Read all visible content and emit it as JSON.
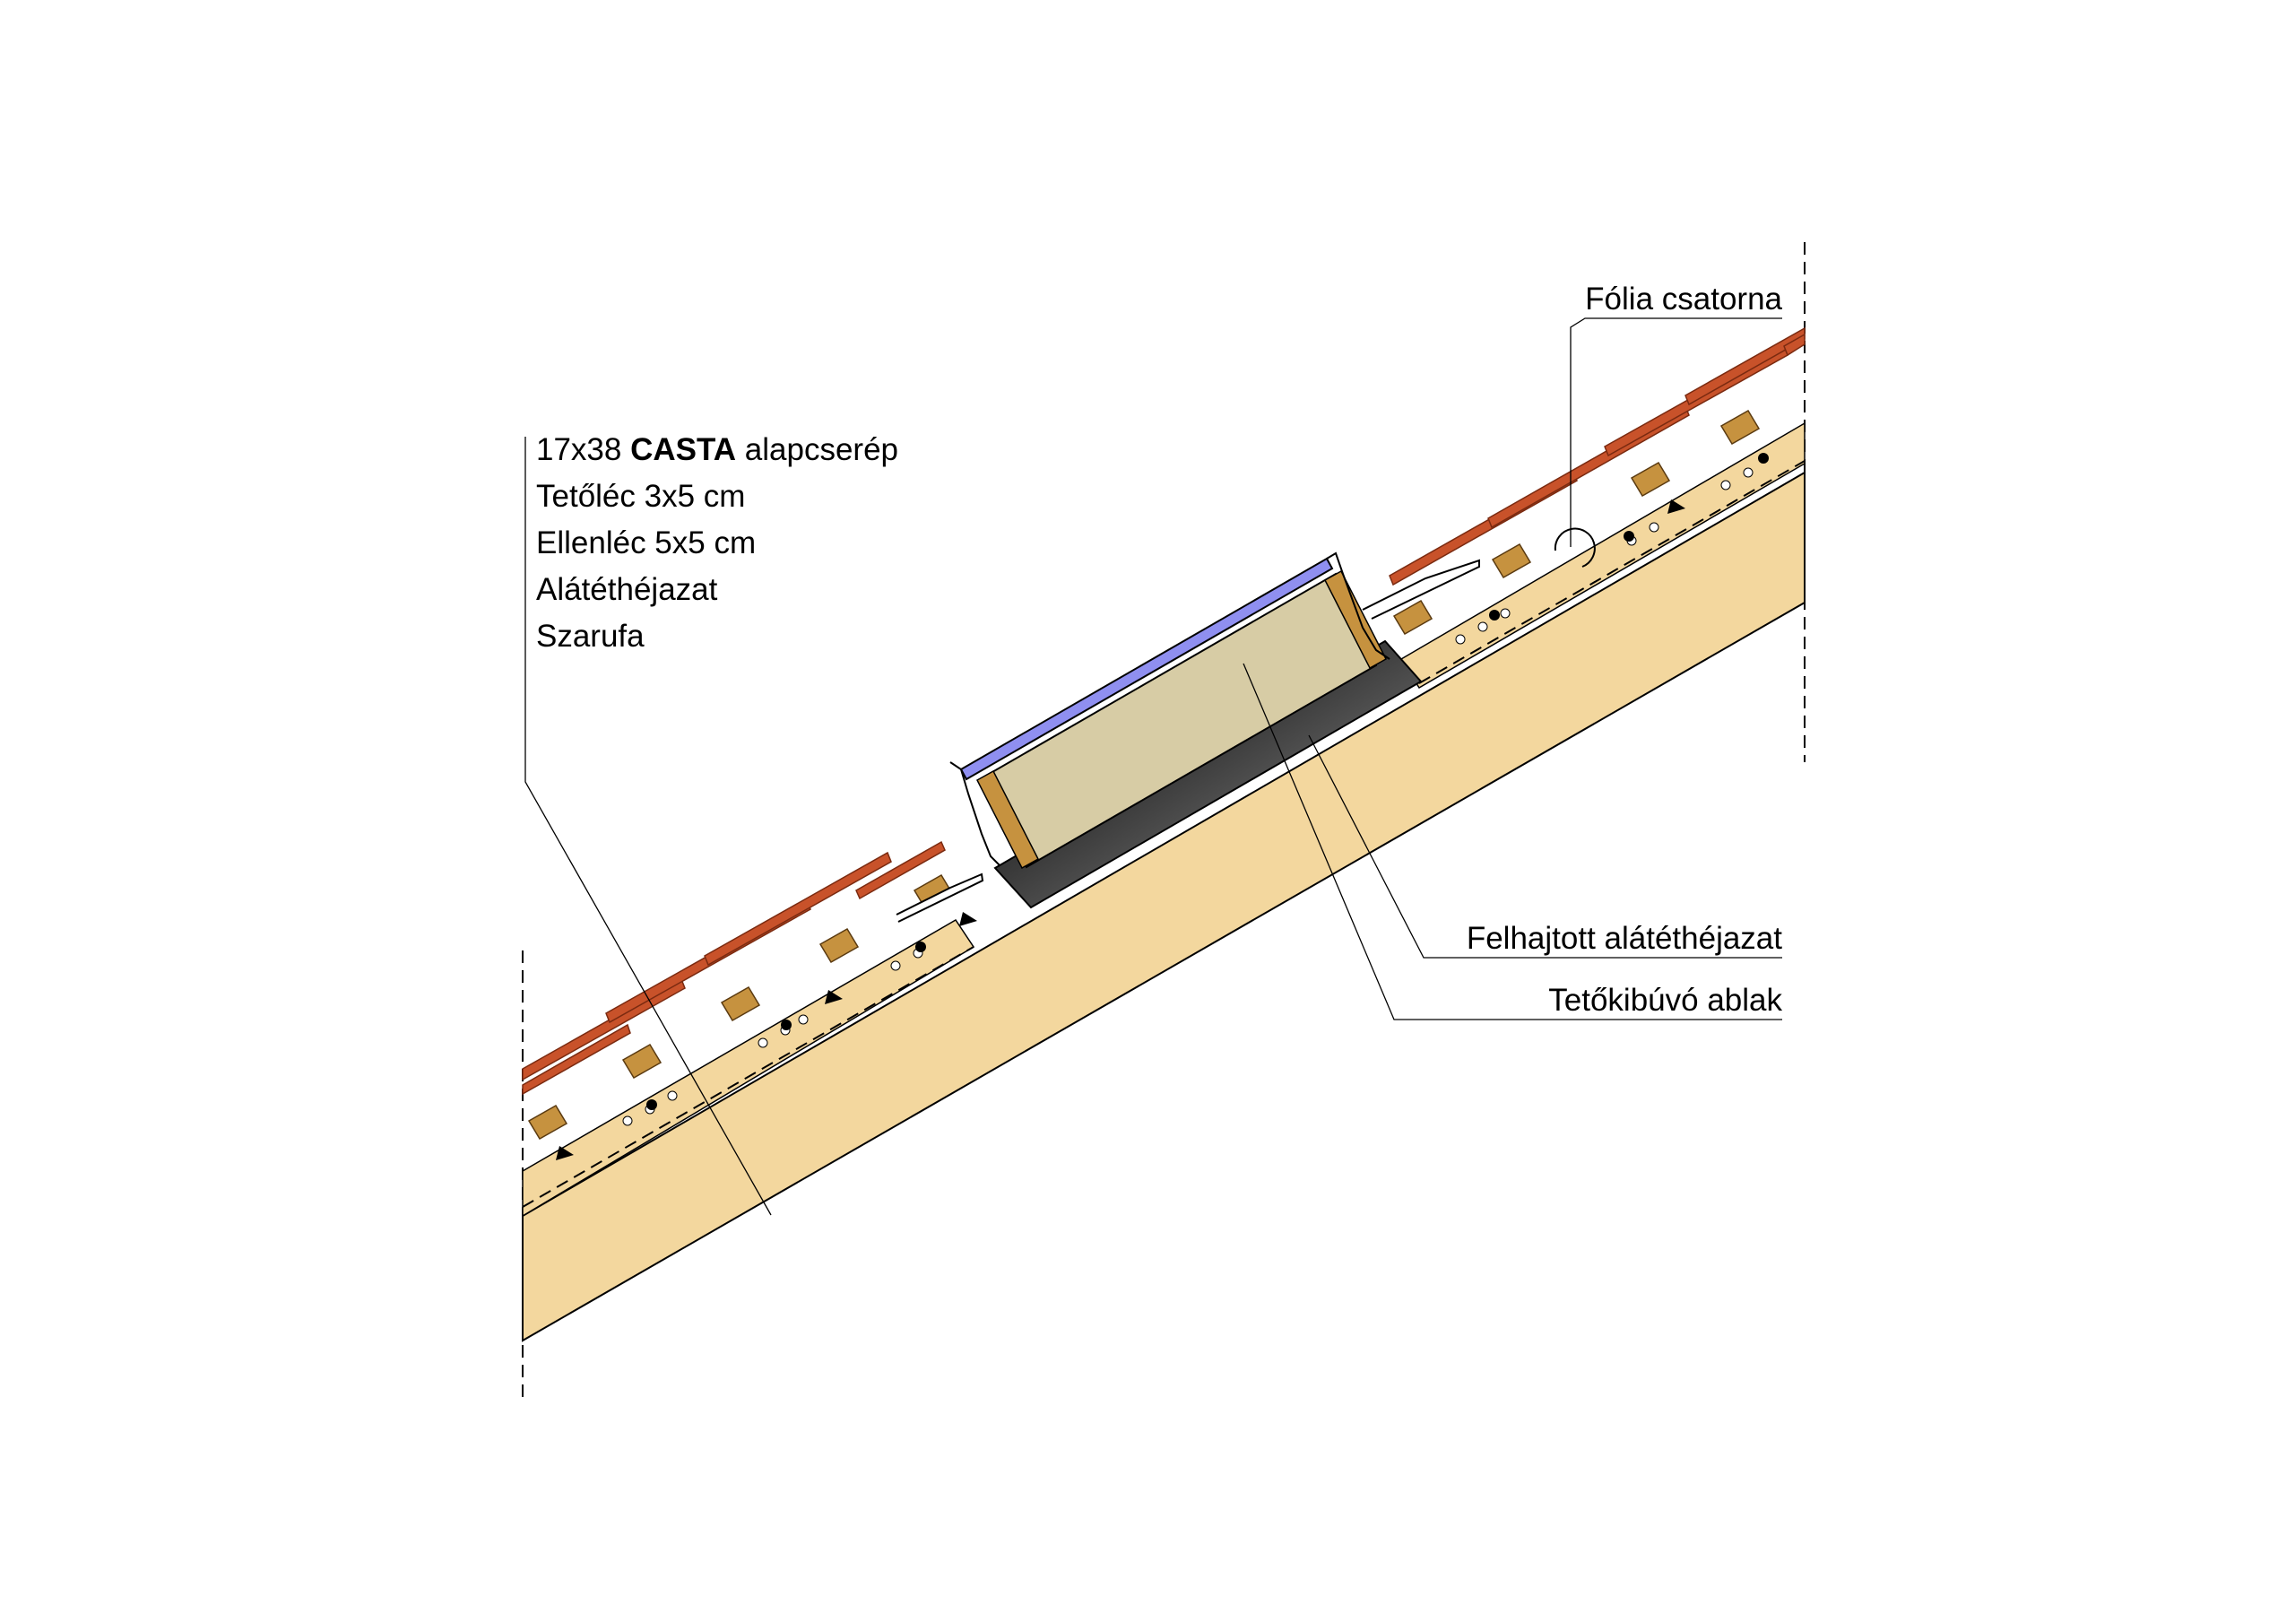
{
  "labels": {
    "left_stack": {
      "line1": {
        "prefix": "17x38 ",
        "bold": "CASTA",
        "suffix": " alapcserép"
      },
      "line2": "Tetőléc 3x5 cm",
      "line3": "Ellenléc 5x5 cm",
      "line4": "Alátéthéjazat",
      "line5": "Szarufa"
    },
    "folia_csatorna": "Fólia csatorna",
    "felhajtott": "Felhajtott alátéthéjazat",
    "tetokibuvo": "Tetőkibúvó ablak"
  },
  "colors": {
    "rafter": "#f3d79e",
    "roof_tile": "#c8522a",
    "tile_edge": "#7a2a10",
    "batten": "#c6923f",
    "window_box": "#d7cca5",
    "glazing": "#8f8ff0",
    "collar": "#2b2b2b",
    "line": "#000000"
  }
}
